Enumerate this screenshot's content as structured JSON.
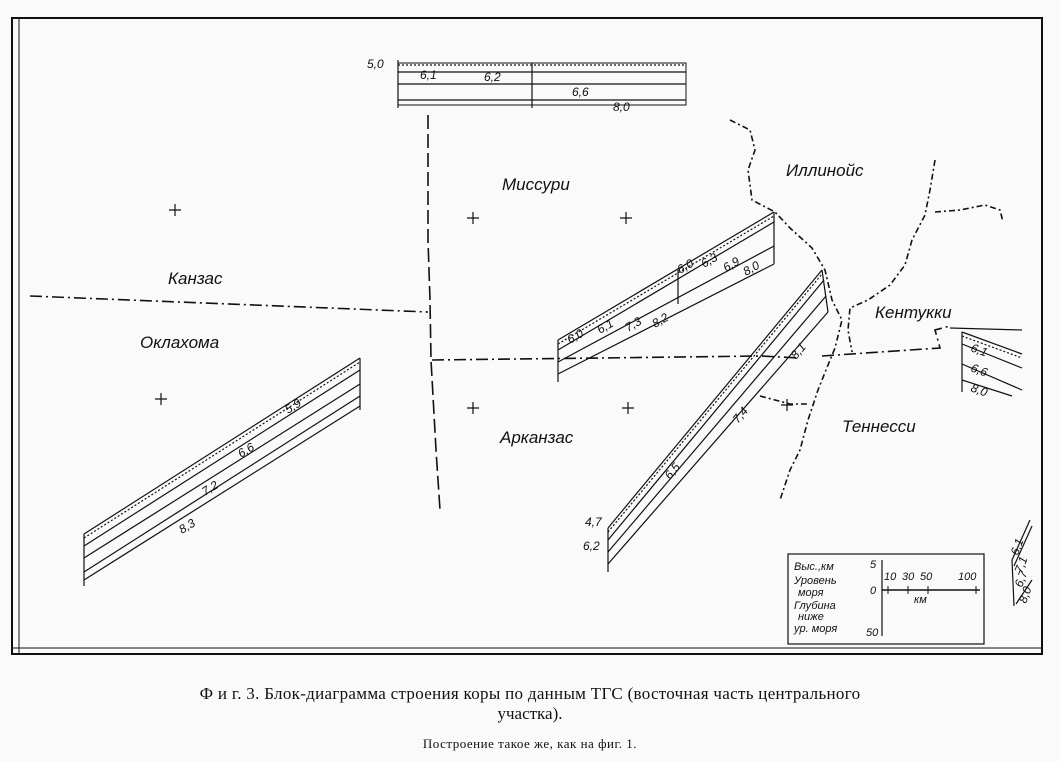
{
  "regions": {
    "kansas": "Канзас",
    "oklahoma": "Оклахома",
    "missouri": "Миссури",
    "arkansas": "Арканзас",
    "illinois": "Иллинойс",
    "kentucky": "Кентукки",
    "tennessee": "Теннесси"
  },
  "blocks": {
    "top": {
      "surface": "5,0",
      "layers": [
        "6,1",
        "6,2",
        "6,6",
        "8,0"
      ]
    },
    "oklahoma": {
      "layers": [
        "5,9",
        "6,6",
        "7,2",
        "8,3"
      ]
    },
    "missouri_west": {
      "layers": [
        "6,0",
        "6,1",
        "7,3",
        "8,2"
      ]
    },
    "missouri_east": {
      "layers": [
        "6,0",
        "6,3",
        "6,9",
        "8,0"
      ]
    },
    "tennessee": {
      "layers": [
        "4,7",
        "6,2",
        "6,5",
        "7,4",
        "8,1"
      ]
    },
    "kentucky": {
      "layers": [
        "6,1",
        "6,6",
        "8,0"
      ]
    },
    "far_right": {
      "layers": [
        "6,1",
        "7,1",
        "6,7",
        "8,0"
      ]
    }
  },
  "legend": {
    "height_label": "Выс.,км",
    "sea_level_1": "Уровень",
    "sea_level_2": "моря",
    "depth_1": "Глубина",
    "depth_2": "ниже",
    "depth_3": "ур. моря",
    "tick_top": "5",
    "tick_zero": "0",
    "tick_bottom": "50",
    "scale_ticks": [
      "10",
      "30",
      "50",
      "100"
    ],
    "scale_unit": "км"
  },
  "caption": {
    "line1": "Ф и г.  3.  Блок-диаграмма строения коры по данным ТГС (восточная часть центрального",
    "line2": "участка).",
    "line3": "Построение такое же, как на фиг. 1."
  }
}
